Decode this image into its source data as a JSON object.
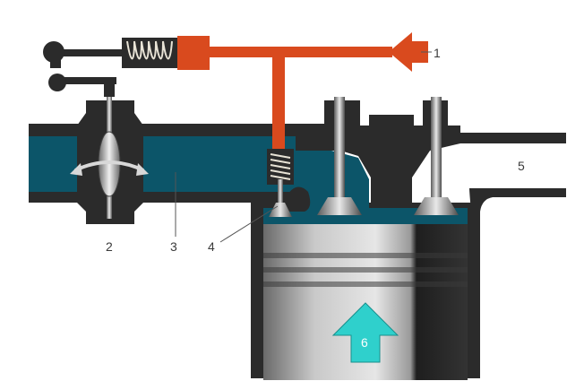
{
  "labels": {
    "l1": "1",
    "l2": "2",
    "l3": "3",
    "l4": "4",
    "l5": "5",
    "l6": "6"
  },
  "colors": {
    "metal_dark": "#2b2b2b",
    "intake_fluid": "#0c5569",
    "control_line": "#d94a1e",
    "piston_light": "#d8d8d8",
    "piston_dark": "#1f1f1f",
    "direction_arrow": "#2fd0cc",
    "spring": "#e8e3d6"
  },
  "icons": {
    "pressure_input": "arrow-left-icon",
    "throttle": "rotate-arrows-icon",
    "piston_motion": "arrow-up-icon"
  }
}
